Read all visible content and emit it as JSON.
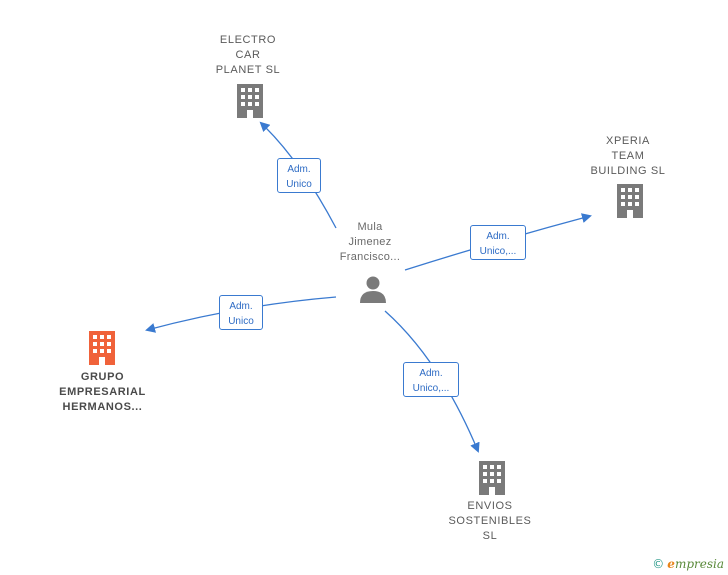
{
  "center": {
    "label": "Mula\nJimenez\nFrancisco..."
  },
  "companies": [
    {
      "id": "electro",
      "label": "ELECTRO\nCAR\nPLANET SL",
      "color": "#7a7a7a",
      "highlight": false
    },
    {
      "id": "xperia",
      "label": "XPERIA\nTEAM\nBUILDING SL",
      "color": "#7a7a7a",
      "highlight": false
    },
    {
      "id": "grupo",
      "label": "GRUPO\nEMPRESARIAL\nHERMANOS...",
      "color": "#f0623a",
      "highlight": true
    },
    {
      "id": "envios",
      "label": "ENVIOS\nSOSTENIBLES\nSL",
      "color": "#7a7a7a",
      "highlight": false
    }
  ],
  "edges": [
    {
      "to": "electro",
      "label": "Adm.\nUnico"
    },
    {
      "to": "xperia",
      "label": "Adm.\nUnico,..."
    },
    {
      "to": "grupo",
      "label": "Adm.\nUnico"
    },
    {
      "to": "envios",
      "label": "Adm.\nUnico,..."
    }
  ],
  "footer": {
    "copyright": "©",
    "brand_initial": "e",
    "brand_rest": "mpresia"
  },
  "colors": {
    "edge": "#3a7ad0",
    "person": "#7a7a7a"
  }
}
